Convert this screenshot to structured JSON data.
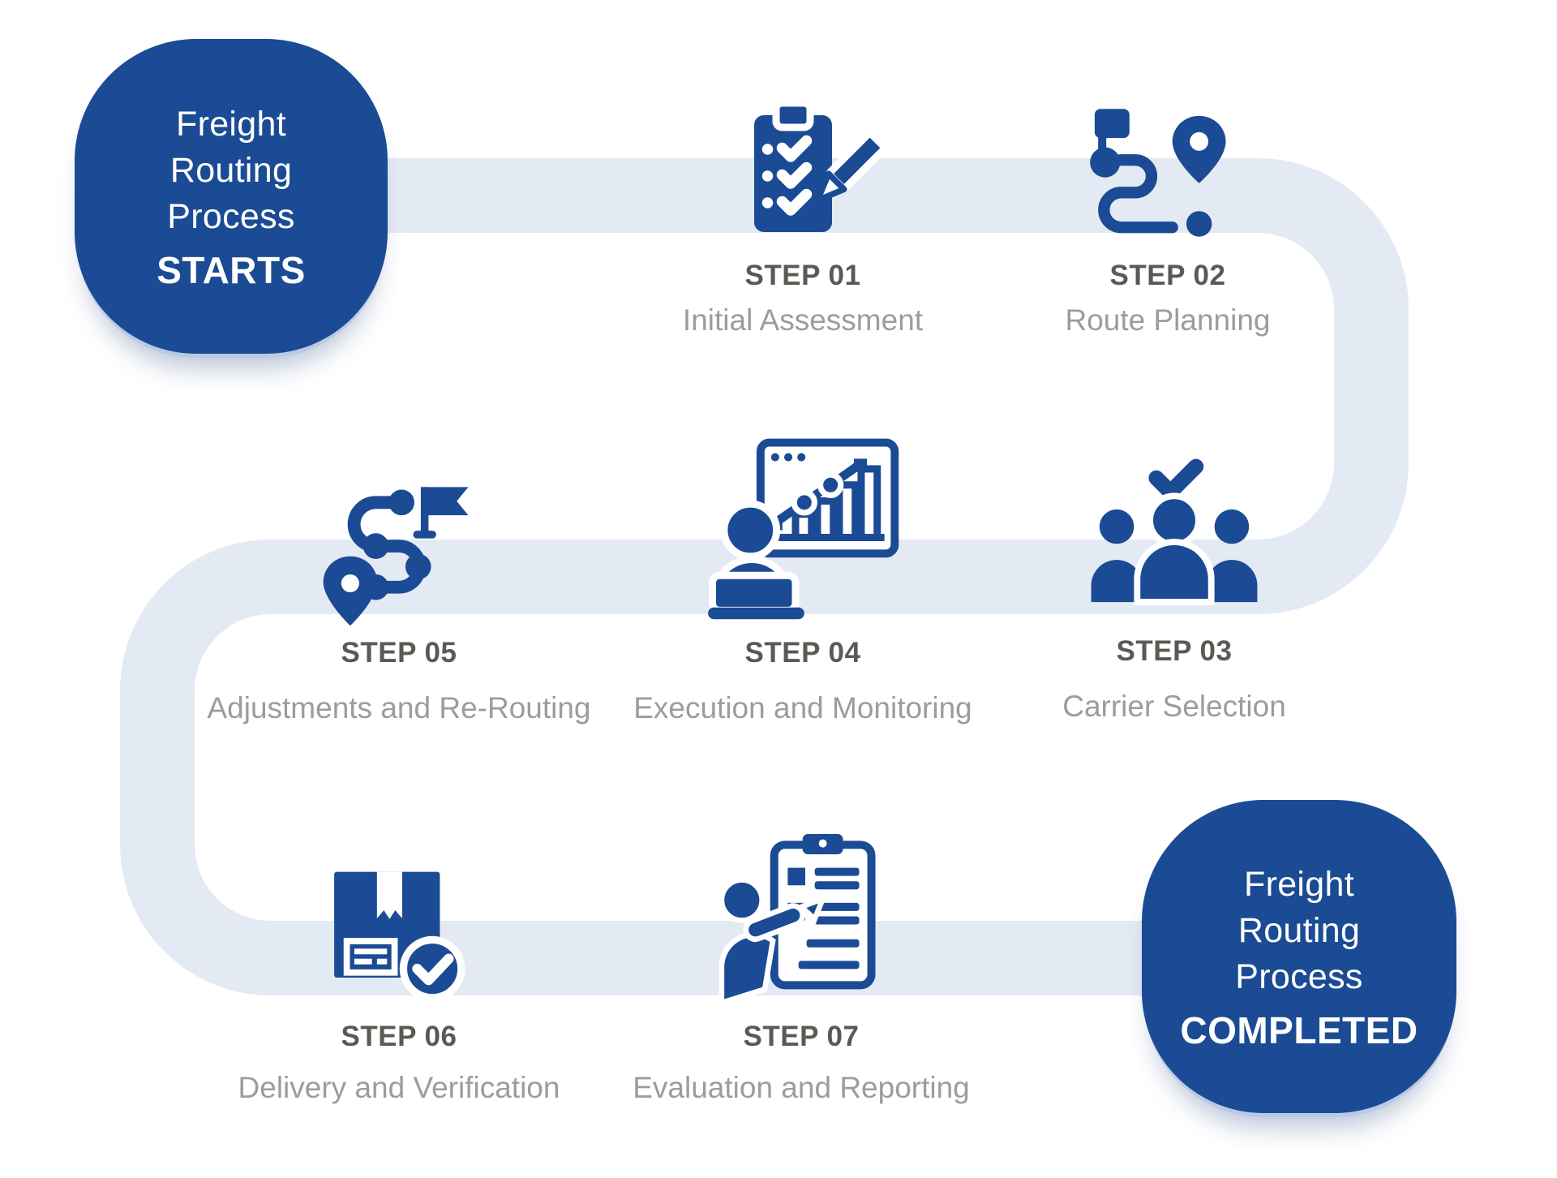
{
  "infographic": {
    "title": "Freight Routing Process",
    "start_badge": {
      "line1": "Freight",
      "line2": "Routing",
      "line3": "Process",
      "status": "STARTS"
    },
    "end_badge": {
      "line1": "Freight",
      "line2": "Routing",
      "line3": "Process",
      "status": "COMPLETED"
    },
    "steps": [
      {
        "label": "STEP 01",
        "title": "Initial Assessment",
        "icon": "clipboard-checklist-pencil-icon"
      },
      {
        "label": "STEP 02",
        "title": "Route Planning",
        "icon": "route-destination-pin-icon"
      },
      {
        "label": "STEP 03",
        "title": "Carrier Selection",
        "icon": "team-selection-check-icon"
      },
      {
        "label": "STEP 04",
        "title": "Execution and Monitoring",
        "icon": "analyst-dashboard-icon"
      },
      {
        "label": "STEP 05",
        "title": "Adjustments and Re-Routing",
        "icon": "reroute-flag-pin-icon"
      },
      {
        "label": "STEP 06",
        "title": "Delivery and Verification",
        "icon": "package-verified-icon"
      },
      {
        "label": "STEP 07",
        "title": "Evaluation and Reporting",
        "icon": "report-review-clipboard-icon"
      }
    ],
    "colors": {
      "primary_blue": "#1b4b94",
      "path_fill": "#e4eaf4",
      "step_label_text": "#5c5955",
      "step_title_text": "#9d9c99",
      "text_on_blue": "#ffffff"
    }
  }
}
